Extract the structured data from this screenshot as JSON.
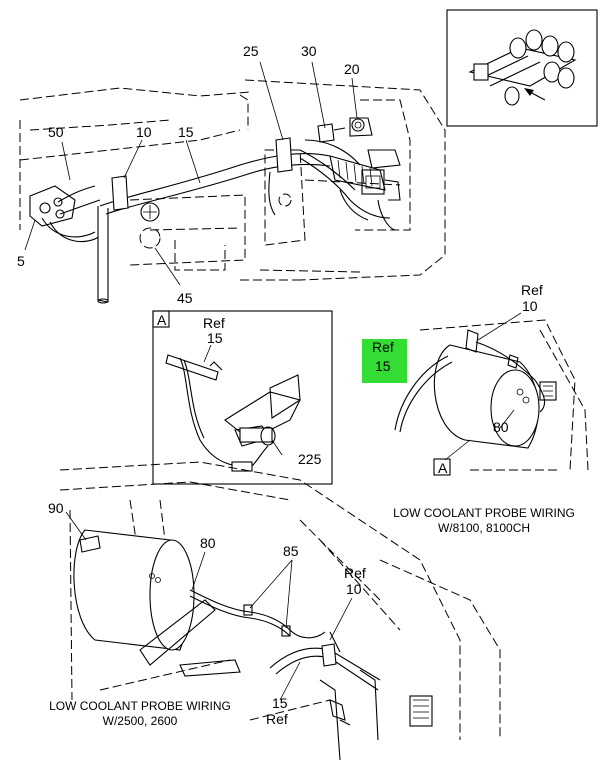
{
  "callouts": {
    "c50": "50",
    "c10_top": "10",
    "c15_top": "15",
    "c25": "25",
    "c30": "30",
    "c20": "20",
    "c5": "5",
    "c45": "45",
    "detail_tag": "A",
    "detail_ref": "Ref",
    "detail_15": "15",
    "c225": "225",
    "right_ref_top": "Ref",
    "right_10": "10",
    "hl_ref": "Ref",
    "hl_15": "15",
    "c80_right": "80",
    "right_tag": "A",
    "c90": "90",
    "c80_bottom": "80",
    "c85": "85",
    "bottom_ref": "Ref",
    "bottom_10": "10",
    "bottom_15": "15",
    "bottom_ref2": "Ref"
  },
  "captions": {
    "right_line1": "LOW COOLANT PROBE WIRING",
    "right_line2": "W/8100, 8100CH",
    "bottom_line1": "LOW COOLANT PROBE WIRING",
    "bottom_line2": "W/2500, 2600"
  },
  "colors": {
    "highlight": "#33dd33",
    "ink": "#000000",
    "paper": "#ffffff"
  },
  "icons": {
    "orientation_arrow": "arrow-icon",
    "truck_chassis": "truck-chassis-icon"
  }
}
